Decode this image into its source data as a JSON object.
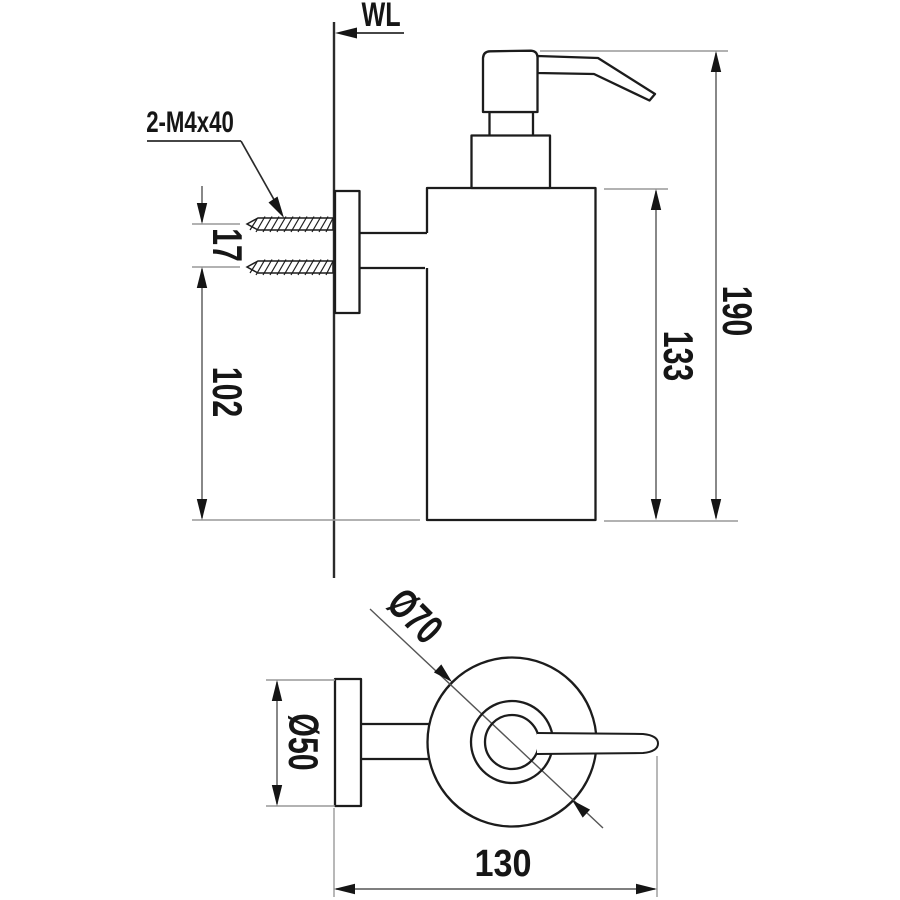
{
  "labels": {
    "wall_line": "WL",
    "screw_spec": "2-M4x40"
  },
  "side_view": {
    "screw_spacing": "17",
    "bracket_height": "102",
    "body_height": "133",
    "overall_height": "190"
  },
  "plan_view": {
    "plate_diameter": "Ø50",
    "body_diameter": "Ø70",
    "overall_depth": "130"
  }
}
